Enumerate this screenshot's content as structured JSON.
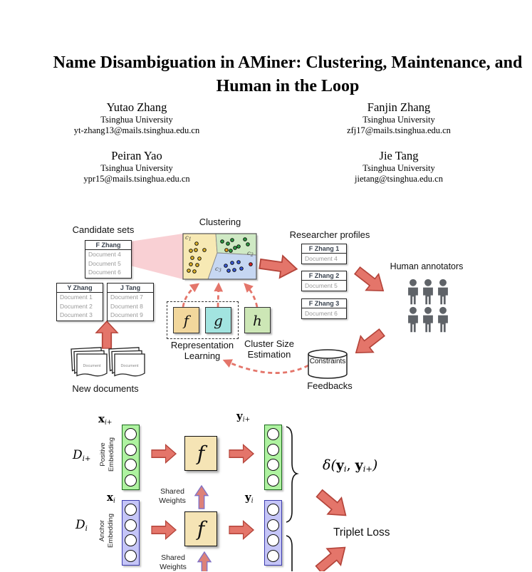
{
  "title": {
    "line1": "Name Disambiguation in AMiner: Clustering, Maintenance, and",
    "line2": "Human in the Loop"
  },
  "authors": [
    {
      "name": "Yutao Zhang",
      "affiliation": "Tsinghua University",
      "email": "yt-zhang13@mails.tsinghua.edu.cn"
    },
    {
      "name": "Fanjin Zhang",
      "affiliation": "Tsinghua University",
      "email": "zfj17@mails.tsinghua.edu.cn"
    },
    {
      "name": "Peiran Yao",
      "affiliation": "Tsinghua University",
      "email": "ypr15@mails.tsinghua.edu.cn"
    },
    {
      "name": "Jie Tang",
      "affiliation": "Tsinghua University",
      "email": "jietang@tsinghua.edu.cn"
    }
  ],
  "figure1": {
    "candidate_sets_label": "Candidate sets",
    "clustering_label": "Clustering",
    "researcher_profiles_label": "Researcher profiles",
    "human_annotators_label": "Human annotators",
    "representation_learning_label": "Representation Learning",
    "cluster_size_estimation_label": "Cluster Size Estimation",
    "constraints_label": "Constraints",
    "feedbacks_label": "Feedbacks",
    "new_documents_label": "New documents",
    "document_label": "Document",
    "candidate_cards": [
      {
        "title": "F Zhang",
        "rows": [
          "Document 4",
          "Document 5",
          "Document 6"
        ]
      },
      {
        "title": "Y Zhang",
        "rows": [
          "Document 1",
          "Document 2",
          "Document 3"
        ]
      },
      {
        "title": "J Tang",
        "rows": [
          "Document 7",
          "Document 8",
          "Document 9"
        ]
      }
    ],
    "profile_cards": [
      {
        "title": "F Zhang 1",
        "row": "Document 4"
      },
      {
        "title": "F Zhang 2",
        "row": "Document 5"
      },
      {
        "title": "F Zhang 3",
        "row": "Document 6"
      }
    ],
    "cluster_regions": [
      {
        "base": "c",
        "sub": "1"
      },
      {
        "base": "c",
        "sub": "2"
      },
      {
        "base": "c",
        "sub": "3"
      }
    ],
    "functions": {
      "f": "f",
      "g": "g",
      "h": "h"
    }
  },
  "figure2": {
    "positive": {
      "dataset_base": "D",
      "dataset_sub": "i+",
      "embedding_line1": "Positive",
      "embedding_line2": "Embedding",
      "input_base": "x",
      "input_sub": "i+",
      "function": "f",
      "output_base": "y",
      "output_sub": "i+"
    },
    "anchor": {
      "dataset_base": "D",
      "dataset_sub": "i",
      "embedding_line1": "Anchor",
      "embedding_line2": "Embedding",
      "input_base": "x",
      "input_sub": "i",
      "function": "f",
      "output_base": "y",
      "output_sub": "i"
    },
    "shared_weights_line1": "Shared",
    "shared_weights_line2": "Weights",
    "distance": {
      "prefix": "δ(",
      "y1_base": "y",
      "y1_sub": "i",
      "separator": ", ",
      "y2_base": "y",
      "y2_sub": "i+",
      "suffix": ")"
    },
    "triplet_loss_label": "Triplet Loss"
  },
  "colors": {
    "arrow_red": "#e4756a",
    "arrow_red_border": "#b4443a",
    "arrow_purple_fill": "#dd8178",
    "arrow_purple_border": "#8071c5",
    "beam_pink": "#f8c8cd",
    "cluster_yellow": "#f7e9b4",
    "cluster_green": "#cfe9c4",
    "cluster_blue": "#c6d7f2",
    "box_f": "#f2d79c",
    "box_g": "#a2e4e0",
    "box_h": "#cde7b6",
    "box_f2": "#f5e4b5",
    "vector_green": "#aef2a0",
    "vector_purple": "#c5c5f7",
    "person_gray": "#5f6368"
  }
}
